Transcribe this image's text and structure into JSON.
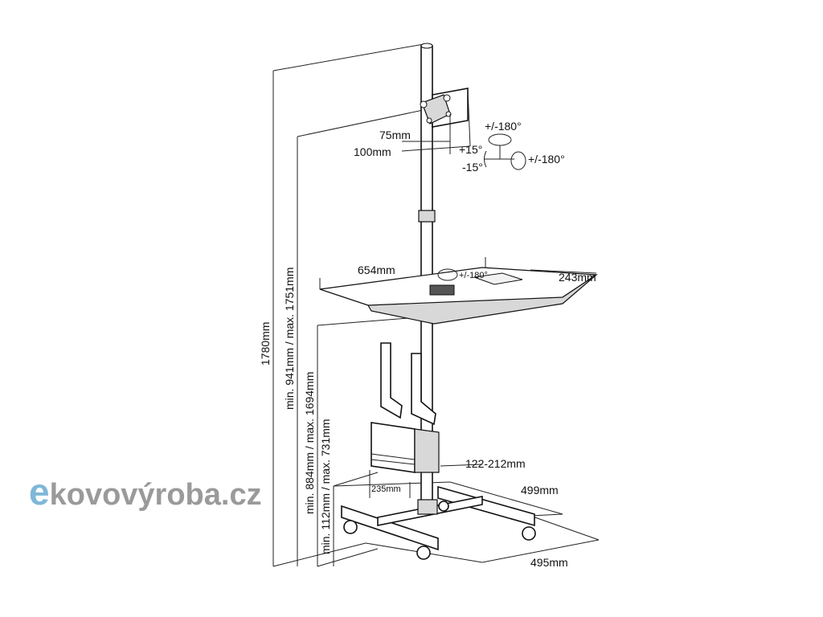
{
  "dimensions": {
    "vesa_75": "75mm",
    "vesa_100": "100mm",
    "rotate_top": "+/-180°",
    "rotate_side": "+/-180°",
    "tilt_up": "+15°",
    "tilt_down": "-15°",
    "tray_width": "654mm",
    "tray_depth": "243mm",
    "tray_rotate": "+/-180°",
    "total_height": "1780mm",
    "monitor_height": "min. 941mm / max. 1751mm",
    "tray_height": "min. 884mm / max. 1694mm",
    "cpu_holder_height": "min. 112mm / max. 731mm",
    "cpu_holder_width": "122-212mm",
    "cpu_holder_depth": "235mm",
    "base_depth": "499mm",
    "base_width": "495mm"
  },
  "logo": {
    "first_letter": "e",
    "rest": "kovovýroba.cz",
    "accent_color": "#7fb7d8",
    "text_color": "#9a9a9a"
  }
}
